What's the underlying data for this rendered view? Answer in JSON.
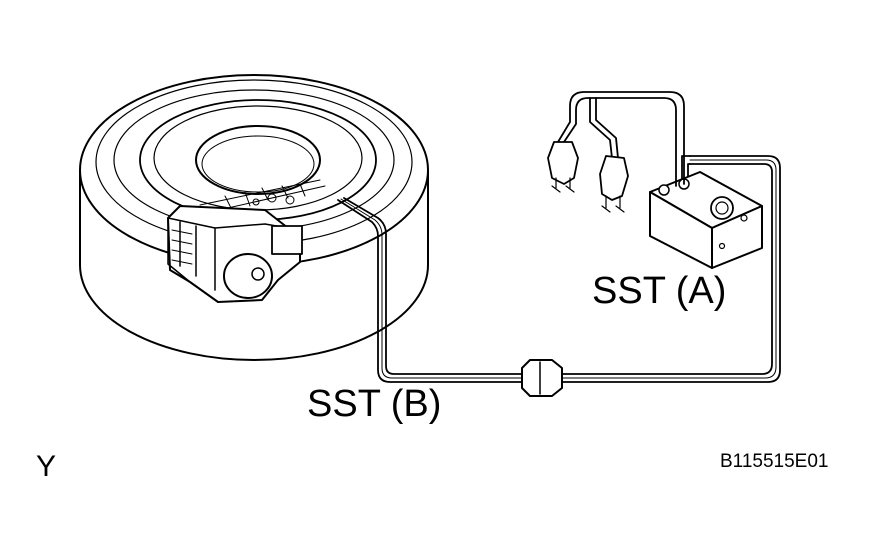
{
  "labels": {
    "sst_a": "SST (A)",
    "sst_b": "SST (B)",
    "corner": "Y",
    "figure_id": "B115515E01"
  },
  "colors": {
    "ink": "#000000",
    "background": "#ffffff"
  }
}
